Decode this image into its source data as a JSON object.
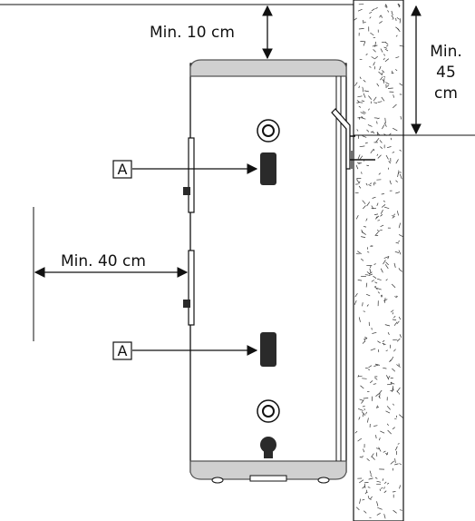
{
  "labels": {
    "top_clearance": "Min. 10 cm",
    "side_clearance": "Min. 40 cm",
    "wall_clearance_line1": "Min.",
    "wall_clearance_line2": "45",
    "wall_clearance_line3": "cm",
    "marker_upper": "A",
    "marker_lower": "A"
  },
  "colors": {
    "line": "#111111",
    "tank_body": "#ffffff",
    "cap": "#d0d0d0",
    "cap_stroke": "#555555",
    "plug": "#2a2a2a"
  }
}
